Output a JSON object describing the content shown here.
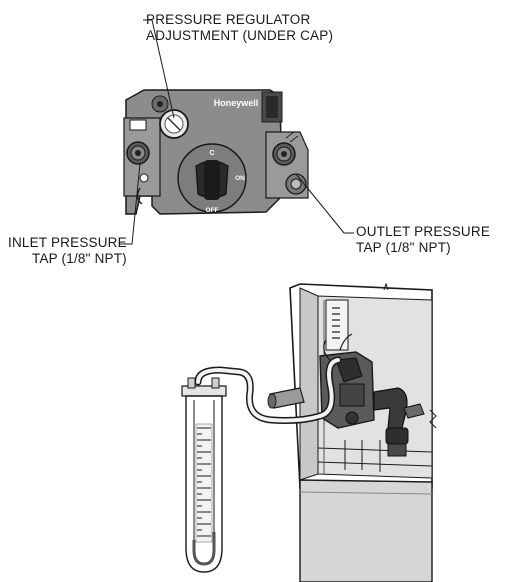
{
  "callouts": {
    "pressure_regulator": {
      "line1": "PRESSURE REGULATOR",
      "line2": "ADJUSTMENT (UNDER CAP)"
    },
    "inlet": {
      "line1": "INLET PRESSURE",
      "line2": "TAP (1/8\" NPT)"
    },
    "outlet": {
      "line1": "OUTLET PRESSURE",
      "line2": "TAP (1/8\" NPT)"
    }
  },
  "valve": {
    "brand": "Honeywell",
    "knob_positions": {
      "top": "C",
      "right": "ON",
      "bottom": "OFF"
    }
  },
  "colors": {
    "valve_body": "#8c8c8c",
    "valve_dark": "#3a3a3a",
    "line": "#1a1a1a",
    "cabinet": "#dcdcdc"
  }
}
